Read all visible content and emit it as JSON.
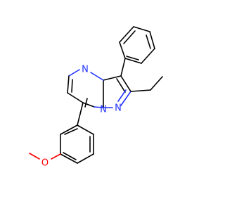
{
  "molecule": {
    "atoms": {
      "n4": {
        "symbol": "N",
        "color": "#2233ff"
      },
      "n1": {
        "symbol": "N",
        "color": "#2233ff"
      },
      "n2": {
        "symbol": "N",
        "color": "#2233ff"
      },
      "o": {
        "symbol": "O",
        "color": "#ff0000"
      }
    },
    "substituents": [
      "ethyl-group",
      "phenyl-group",
      "3-methoxyphenyl-group"
    ]
  }
}
